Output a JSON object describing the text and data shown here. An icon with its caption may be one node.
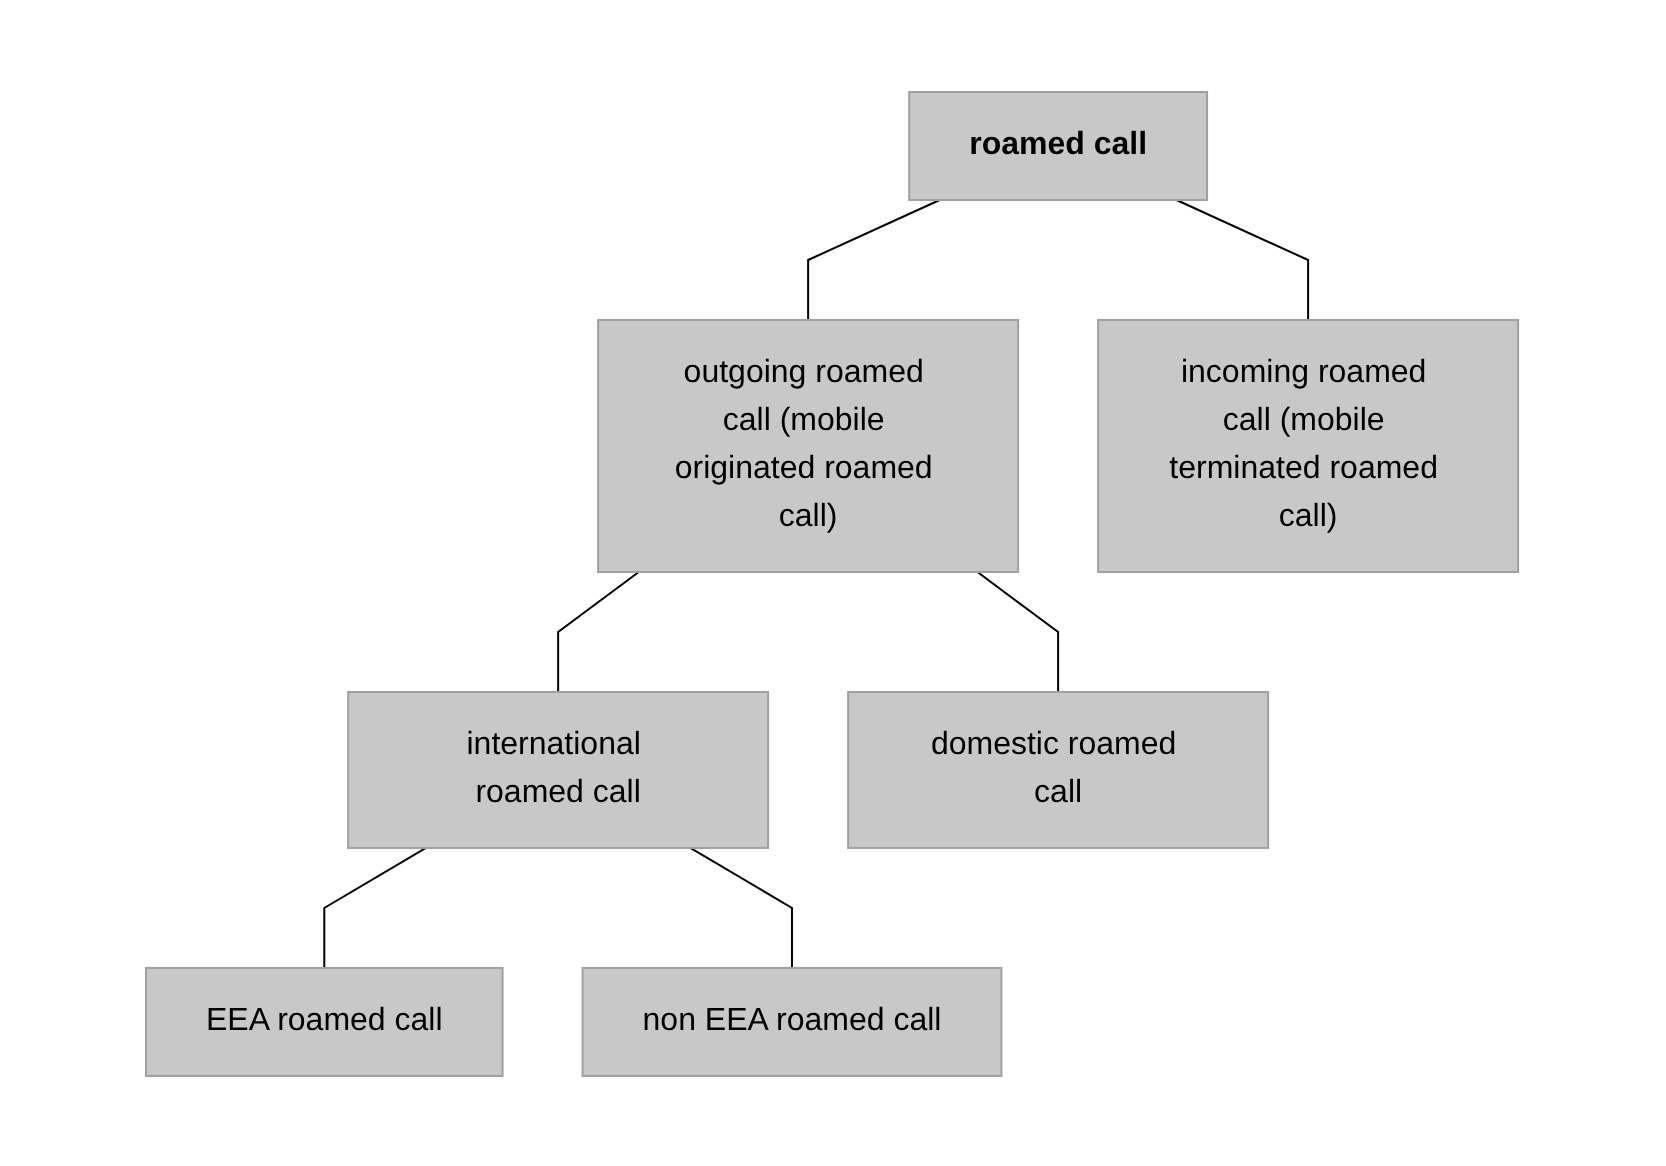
{
  "diagram": {
    "nodes": [
      {
        "text": [
          "roamed call"
        ]
      },
      {
        "text": [
          "outgoing roamed call (mobile originated roamed call)"
        ]
      },
      {
        "text": [
          "incoming roamed call (mobile terminated roamed call)"
        ]
      },
      {
        "text": [
          "international roamed call"
        ]
      },
      {
        "text": [
          "domestic roamed call"
        ]
      },
      {
        "text": [
          "EEA roamed call"
        ]
      },
      {
        "text": [
          "non EEA roamed call"
        ]
      }
    ],
    "edges": [
      {
        "from": 0,
        "to": 1,
        "arrow": "none"
      },
      {
        "from": 0,
        "to": 2,
        "arrow": "none"
      },
      {
        "from": 1,
        "to": 3,
        "arrow": "none"
      },
      {
        "from": 1,
        "to": 4,
        "arrow": "none"
      },
      {
        "from": 3,
        "to": 5,
        "arrow": "none"
      },
      {
        "from": 3,
        "to": 6,
        "arrow": "none"
      }
    ]
  }
}
